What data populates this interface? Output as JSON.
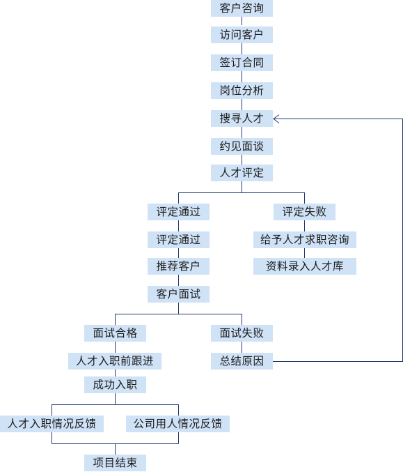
{
  "colors": {
    "node_fill": "#cfe2f6",
    "line": "#1f3a6e",
    "text": "#1a1a1a"
  },
  "steps": {
    "consult": "客户咨询",
    "visit": "访问客户",
    "contract": "签订合同",
    "position_analysis": "岗位分析",
    "search_talent": "搜寻人才",
    "interview_invite": "约见面谈",
    "talent_eval": "人才评定",
    "eval_pass_1": "评定通过",
    "eval_fail": "评定失败",
    "eval_pass_2": "评定通过",
    "career_advice": "给予人才求职咨询",
    "recommend": "推荐客户",
    "talent_pool": "资料录入人才库",
    "client_interview": "客户面试",
    "interview_pass": "面试合格",
    "interview_fail": "面试失败",
    "onboard_followup": "人才入职前跟进",
    "summarize_reasons": "总结原因",
    "hired": "成功入职",
    "talent_feedback": "人才入职情况反馈",
    "company_feedback": "公司用人情况反馈",
    "project_end": "项目结束"
  }
}
